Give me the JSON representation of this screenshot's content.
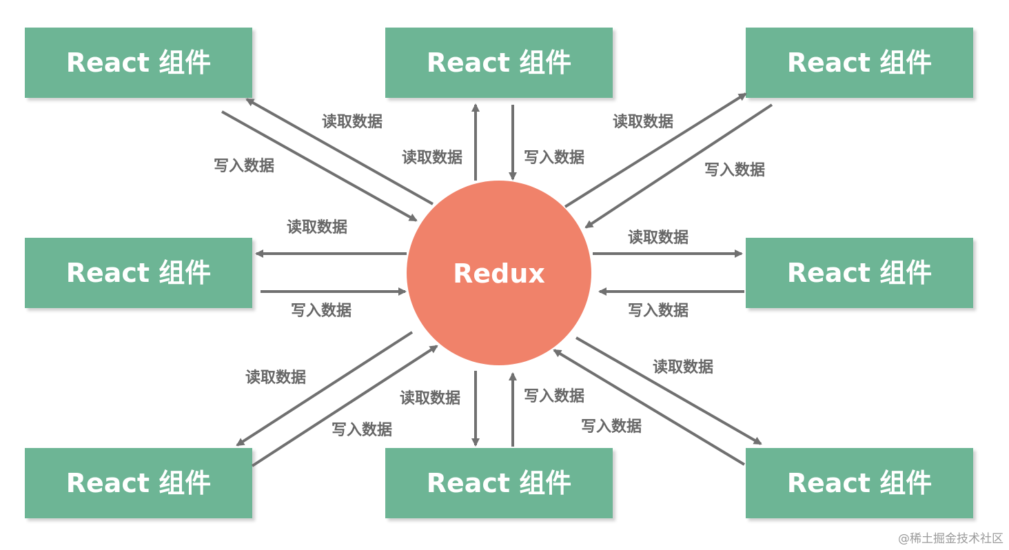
{
  "diagram": {
    "center_label": "Redux",
    "component_label": "React 组件",
    "read_label": "读取数据",
    "write_label": "写入数据"
  },
  "nodes": [
    {
      "id": "top-left",
      "label": "React 组件"
    },
    {
      "id": "top-center",
      "label": "React 组件"
    },
    {
      "id": "top-right",
      "label": "React 组件"
    },
    {
      "id": "middle-left",
      "label": "React 组件"
    },
    {
      "id": "middle-right",
      "label": "React 组件"
    },
    {
      "id": "bottom-left",
      "label": "React 组件"
    },
    {
      "id": "bottom-center",
      "label": "React 组件"
    },
    {
      "id": "bottom-right",
      "label": "React 组件"
    }
  ],
  "edges": [
    {
      "from": "top-left",
      "to": "redux",
      "label": "写入数据"
    },
    {
      "from": "redux",
      "to": "top-left",
      "label": "读取数据"
    },
    {
      "from": "redux",
      "to": "top-center",
      "label": "读取数据"
    },
    {
      "from": "top-center",
      "to": "redux",
      "label": "写入数据"
    },
    {
      "from": "redux",
      "to": "top-right",
      "label": "读取数据"
    },
    {
      "from": "top-right",
      "to": "redux",
      "label": "写入数据"
    },
    {
      "from": "redux",
      "to": "middle-left",
      "label": "读取数据"
    },
    {
      "from": "middle-left",
      "to": "redux",
      "label": "写入数据"
    },
    {
      "from": "redux",
      "to": "middle-right",
      "label": "读取数据"
    },
    {
      "from": "middle-right",
      "to": "redux",
      "label": "写入数据"
    },
    {
      "from": "redux",
      "to": "bottom-left",
      "label": "读取数据"
    },
    {
      "from": "bottom-left",
      "to": "redux",
      "label": "写入数据"
    },
    {
      "from": "redux",
      "to": "bottom-center",
      "label": "读取数据"
    },
    {
      "from": "bottom-center",
      "to": "redux",
      "label": "写入数据"
    },
    {
      "from": "redux",
      "to": "bottom-right",
      "label": "读取数据"
    },
    {
      "from": "bottom-right",
      "to": "redux",
      "label": "写入数据"
    }
  ],
  "watermark": "@稀土掘金技术社区",
  "colors": {
    "node_fill": "#6db595",
    "center_fill": "#f0826a",
    "arrow": "#707070",
    "label_text": "#666666",
    "node_text": "#ffffff"
  }
}
